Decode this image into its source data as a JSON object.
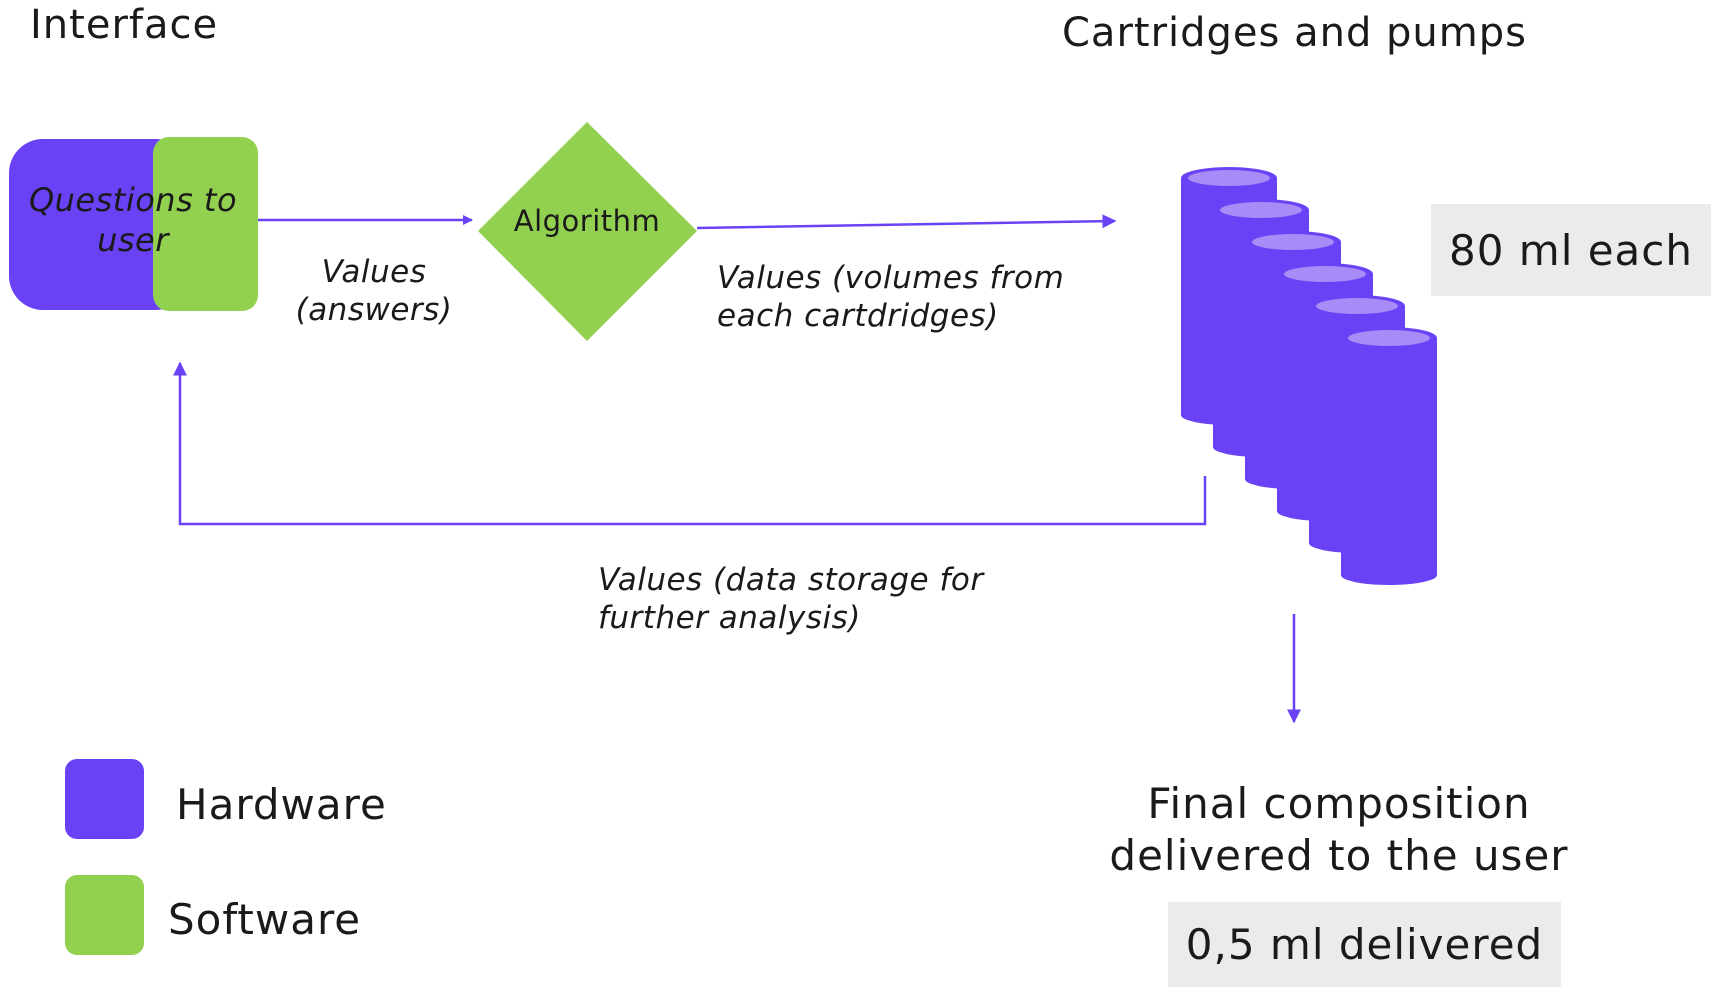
{
  "headers": {
    "interface": "Interface",
    "cartridges": "Cartridges and pumps"
  },
  "nodes": {
    "questions": "Questions to user",
    "algorithm": "Algorithm"
  },
  "edge_labels": {
    "values_answers": "Values (answers)",
    "values_volumes": "Values (volumes from each cartdridges)",
    "values_storage": "Values (data storage for further analysis)"
  },
  "badges": {
    "capacity": "80 ml each",
    "delivered": "0,5 ml delivered"
  },
  "final_label": "Final composition delivered to the user",
  "legend": [
    {
      "label": "Hardware",
      "color": "#6a42f5"
    },
    {
      "label": "Software",
      "color": "#92d050"
    }
  ],
  "colors": {
    "hardware": "#6a42f5",
    "software": "#92d050",
    "cylinder_top": "#a78cf7",
    "arrow": "#6a42f5"
  }
}
